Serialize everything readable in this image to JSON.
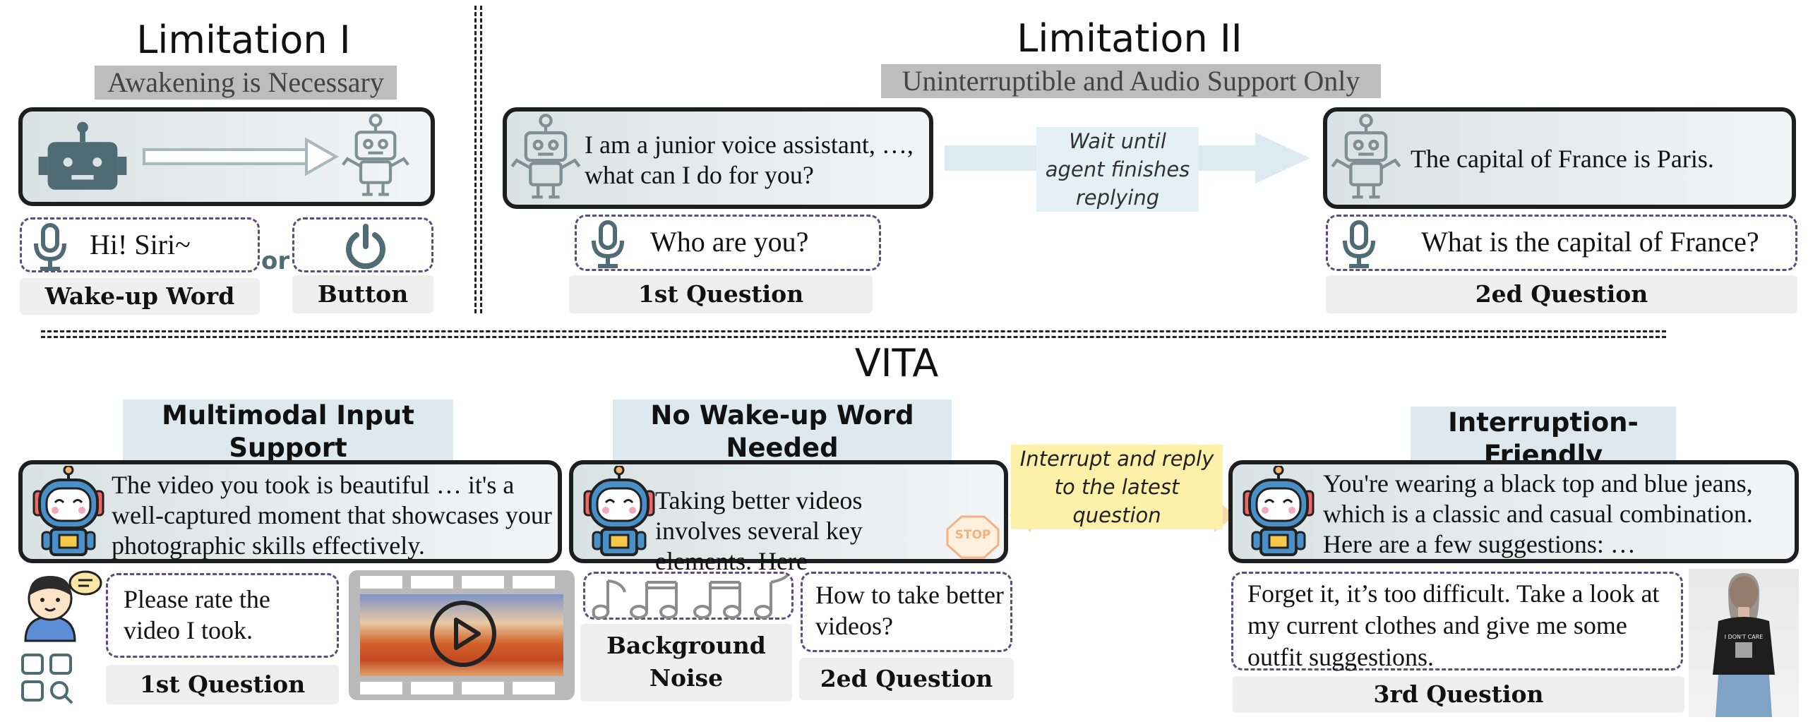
{
  "limitation1": {
    "title": "Limitation I",
    "subtitle": "Awakening is Necessary",
    "wake_text": "Hi! Siri~",
    "or_text": "or",
    "wake_label": "Wake-up Word",
    "button_label": "Button"
  },
  "limitation2": {
    "title": "Limitation II",
    "subtitle": "Uninterruptible and Audio Support Only",
    "reply1": "I am a junior voice assistant, …, what can I do for you?",
    "wait_note": "Wait until agent finishes replying",
    "reply2": "The capital of France is Paris.",
    "q1": "Who are you?",
    "q1_label": "1st Question",
    "q2": "What is the capital of France?",
    "q2_label": "2ed Question"
  },
  "vita": {
    "title": "VITA",
    "sections": {
      "multimodal": "Multimodal Input Support",
      "no_wake": "No Wake-up Word Needed",
      "interrupt": "Interruption-Friendly"
    },
    "reply1": "The video you took is beautiful … it's a well-captured moment that showcases your photographic skills effectively.",
    "reply2": "Taking better videos involves several key elements. Here",
    "stop_text": "STOP",
    "interrupt_note": "Interrupt and reply to the latest question",
    "reply3": "You're wearing a black top and blue jeans, which is a classic and casual combination. Here are a few suggestions: …",
    "q1": "Please rate the video I took.",
    "q1_label": "1st Question",
    "noise_label": "Background Noise",
    "q2": "How to take better videos?",
    "q2_label": "2ed Question",
    "q3": "Forget it, it’s too difficult. Take a look at my current clothes and give me some outfit suggestions.",
    "q3_label": "3rd Question",
    "shirt_text": "I DON'T CARE"
  },
  "colors": {
    "bubble_start": "#d9e2e4",
    "dash_border": "#5a4f7a",
    "mic": "#4f6b73",
    "robot_blue": "#4a90c8",
    "arrow_blue": "#cfe3ea",
    "arrow_orange": "#f8d79a",
    "note_yellow": "#fdf0a8"
  }
}
